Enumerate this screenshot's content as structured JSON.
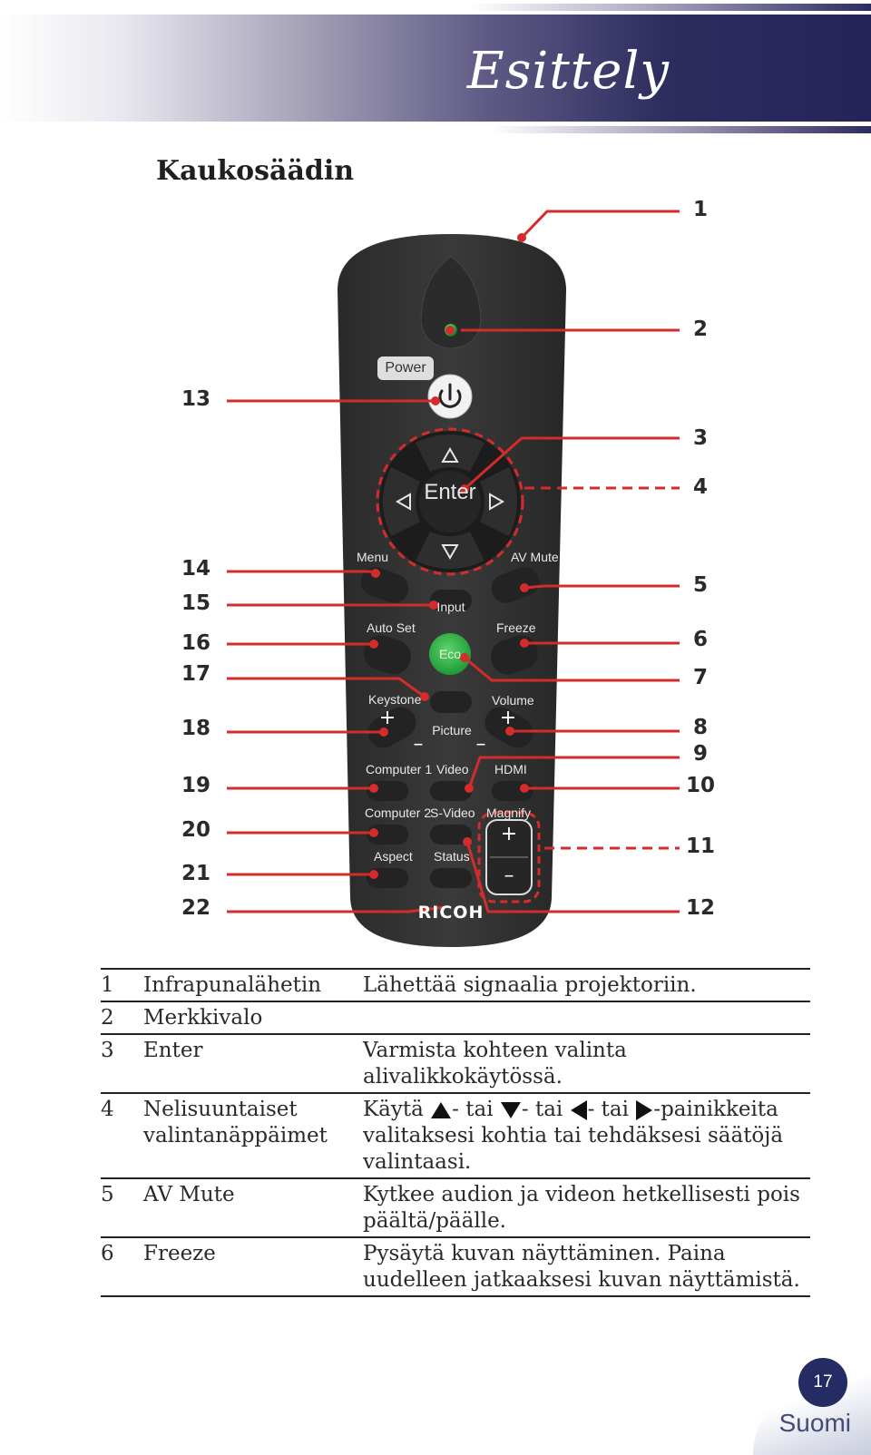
{
  "header": {
    "title": "Esittely"
  },
  "section_title": "Kaukosäädin",
  "callouts": {
    "left": [
      "13",
      "14",
      "15",
      "16",
      "17",
      "18",
      "19",
      "20",
      "21",
      "22"
    ],
    "right": [
      "1",
      "2",
      "3",
      "4",
      "5",
      "6",
      "7",
      "8",
      "9",
      "10",
      "11",
      "12"
    ]
  },
  "remote": {
    "power_label": "Power",
    "enter_label": "Enter",
    "menu_label": "Menu",
    "avmute_label": "AV Mute",
    "input_label": "Input",
    "autoset_label": "Auto Set",
    "freeze_label": "Freeze",
    "eco_label": "Eco",
    "keystone_label": "Keystone",
    "volume_label": "Volume",
    "picture_label": "Picture",
    "computer1_label": "Computer 1",
    "video_label": "Video",
    "hdmi_label": "HDMI",
    "computer2_label": "Computer 2",
    "svideo_label": "S-Video",
    "magnify_label": "Magnify",
    "aspect_label": "Aspect",
    "status_label": "Status",
    "plus": "+",
    "minus": "–",
    "brand": "RICOH"
  },
  "descriptions": [
    {
      "num": "1",
      "name": "Infrapunalähetin",
      "desc": "Lähettää signaalia projektoriin."
    },
    {
      "num": "2",
      "name": "Merkkivalo",
      "desc": ""
    },
    {
      "num": "3",
      "name": "Enter",
      "desc": "Varmista kohteen valinta alivalikkokäytössä."
    },
    {
      "num": "4",
      "name": "Nelisuuntaiset valintanäppäimet",
      "desc_parts": [
        "Käytä",
        "- tai",
        "- tai",
        "- tai",
        "-painikkeita valitaksesi kohtia tai tehdäksesi säätöjä valintaasi."
      ]
    },
    {
      "num": "5",
      "name": "AV Mute",
      "desc": "Kytkee audion ja videon hetkellisesti pois päältä/päälle."
    },
    {
      "num": "6",
      "name": "Freeze",
      "desc": "Pysäytä kuvan näyttäminen. Paina uudelleen jatkaaksesi kuvan näyttämistä."
    }
  ],
  "footer": {
    "page_number": "17",
    "language": "Suomi"
  },
  "colors": {
    "header_dark": "#24245a",
    "callout_red": "#d42b2b",
    "remote_body": "#333333",
    "eco_green": "#2fb34a",
    "led_green": "#29c24a"
  }
}
